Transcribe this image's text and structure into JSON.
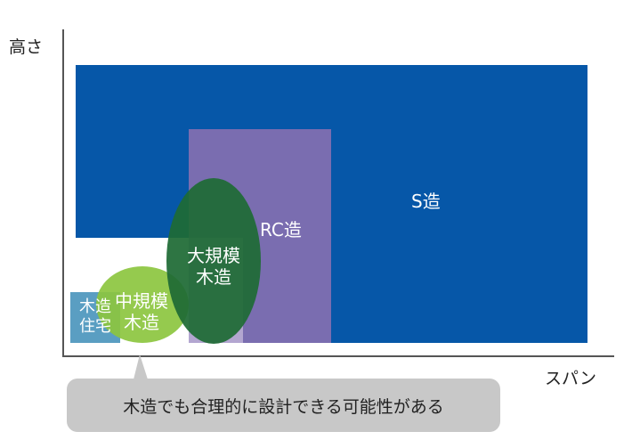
{
  "axes": {
    "y_label": "高さ",
    "x_label": "スパン"
  },
  "regions": {
    "steel": {
      "label": "S造",
      "color": "#0657a8"
    },
    "rc": {
      "label": "RC造",
      "color": "#7a6db0"
    },
    "large_timber": {
      "label_line1": "大規模",
      "label_line2": "木造",
      "color": "#1e6b35"
    },
    "medium_timber": {
      "label_line1": "中規模",
      "label_line2": "木造",
      "color": "#8cc63f"
    },
    "house": {
      "label_line1": "木造",
      "label_line2": "住宅",
      "color": "#5a9ec2"
    }
  },
  "callout": {
    "text": "木造でも合理的に設計できる可能性がある"
  }
}
